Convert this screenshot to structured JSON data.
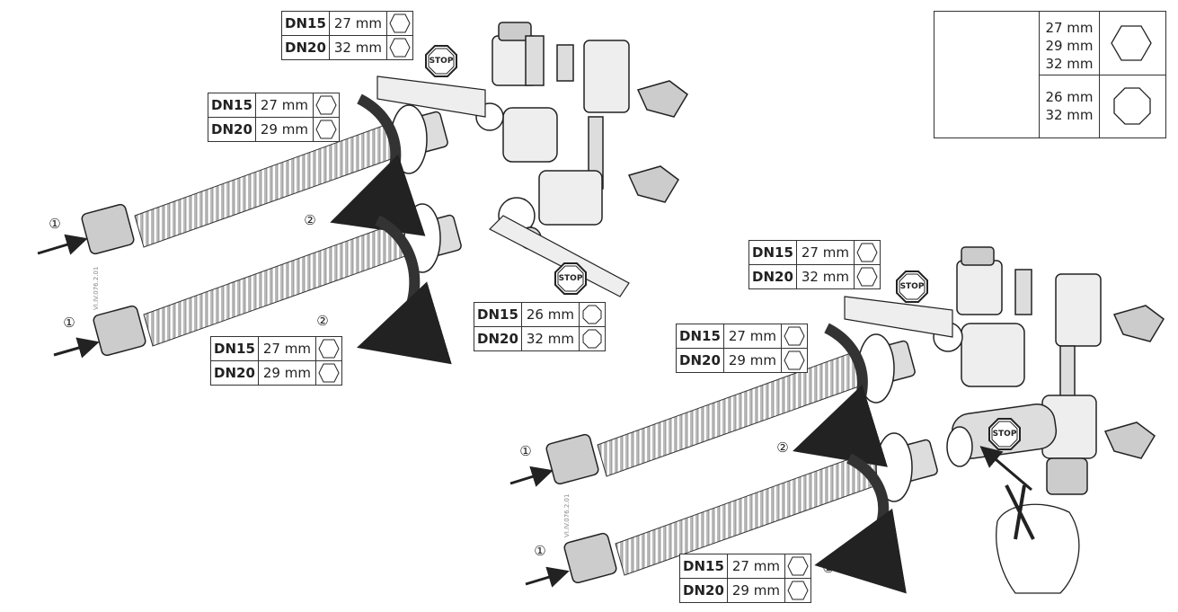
{
  "wrench_legend": {
    "hex_sizes": [
      "27 mm",
      "29 mm",
      "32 mm"
    ],
    "oct_sizes": [
      "26 mm",
      "32 mm"
    ]
  },
  "tables": {
    "t1": {
      "rows": [
        {
          "dn": "DN15",
          "mm": "27 mm",
          "shape": "hex"
        },
        {
          "dn": "DN20",
          "mm": "32 mm",
          "shape": "hex"
        }
      ]
    },
    "t2": {
      "rows": [
        {
          "dn": "DN15",
          "mm": "27 mm",
          "shape": "hex"
        },
        {
          "dn": "DN20",
          "mm": "29 mm",
          "shape": "hex"
        }
      ]
    },
    "t3": {
      "rows": [
        {
          "dn": "DN15",
          "mm": "27 mm",
          "shape": "hex"
        },
        {
          "dn": "DN20",
          "mm": "29 mm",
          "shape": "hex"
        }
      ]
    },
    "t4": {
      "rows": [
        {
          "dn": "DN15",
          "mm": "26 mm",
          "shape": "oct"
        },
        {
          "dn": "DN20",
          "mm": "32 mm",
          "shape": "oct"
        }
      ]
    },
    "t5": {
      "rows": [
        {
          "dn": "DN15",
          "mm": "27 mm",
          "shape": "hex"
        },
        {
          "dn": "DN20",
          "mm": "32 mm",
          "shape": "hex"
        }
      ]
    },
    "t6": {
      "rows": [
        {
          "dn": "DN15",
          "mm": "27 mm",
          "shape": "hex"
        },
        {
          "dn": "DN20",
          "mm": "29 mm",
          "shape": "hex"
        }
      ]
    },
    "t7": {
      "rows": [
        {
          "dn": "DN15",
          "mm": "27 mm",
          "shape": "hex"
        },
        {
          "dn": "DN20",
          "mm": "29 mm",
          "shape": "hex"
        }
      ]
    }
  },
  "stop_label": "STOP",
  "step1": "①",
  "step2": "②",
  "drawing_ids": [
    "VI.IV.076.2.01",
    "VI.IV.076.2.01"
  ]
}
